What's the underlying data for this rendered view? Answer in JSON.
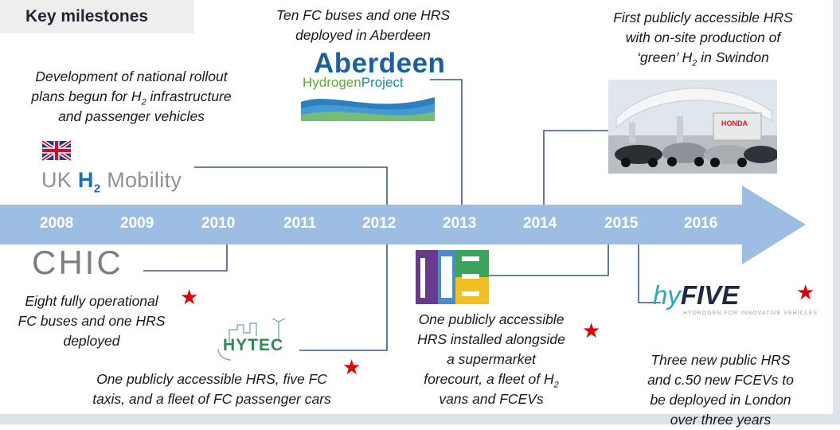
{
  "title": "Key milestones",
  "years": [
    "2008",
    "2009",
    "2010",
    "2011",
    "2012",
    "2013",
    "2014",
    "2015",
    "2016"
  ],
  "milestones": {
    "uk": {
      "line1": "Development of national rollout",
      "line2a": "plans begun for H",
      "line2sub": "2",
      "line2b": " infrastructure",
      "line3": "and passenger vehicles",
      "logo": {
        "text_uk": "UK ",
        "text_h": "H",
        "text_sub": "2",
        "text_mobility": " Mobility",
        "flag_icon": "uk-flag-icon"
      }
    },
    "aberdeen": {
      "line1": "Ten FC buses and one HRS",
      "line2": "deployed in Aberdeen",
      "logo": {
        "word1": "Aberdeen",
        "word2a": "Hydrogen",
        "word2b": "Project"
      }
    },
    "swindon": {
      "line1": "First publicly accessible HRS",
      "line2": "with on-site production of",
      "line3a": "‘green’ H",
      "line3sub": "2",
      "line3b": " in Swindon",
      "photo_sign": "HONDA"
    },
    "chic": {
      "logo": "CHIC",
      "line1": "Eight fully operational",
      "line2": "FC buses and one HRS",
      "line3": "deployed"
    },
    "hytec": {
      "logo": "HYTEC",
      "line1": "One publicly accessible HRS, five FC",
      "line2": "taxis, and a fleet of FC passenger cars"
    },
    "lne": {
      "line1": "One publicly accessible",
      "line2": "HRS installed alongside",
      "line3": "a supermarket",
      "line4a": "forecourt, a fleet of H",
      "line4sub": "2",
      "line5": "vans and FCEVs"
    },
    "hyfive": {
      "logo_a": "hy",
      "logo_b": "FIVE",
      "logo_tag": "HYDROGEN FOR INNOVATIVE VEHICLES",
      "line1": "Three new public HRS",
      "line2": "and c.50 new FCEVs to",
      "line3": "be deployed in London",
      "line4": "over three years"
    }
  },
  "colors": {
    "arrow": "#9dbde3",
    "connector": "#3a5a80",
    "star": "#e00000",
    "title_bg": "#eeeeee"
  }
}
